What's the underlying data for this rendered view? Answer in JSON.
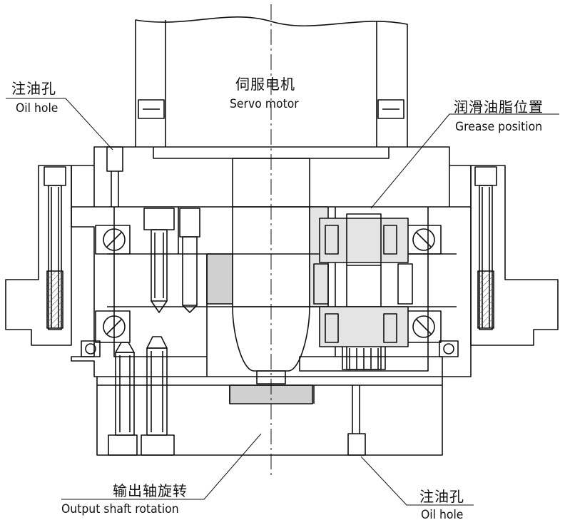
{
  "labels": {
    "servo_motor_zh": "伺服电机",
    "servo_motor_en": "Servo motor",
    "oil_hole_left_zh": "注油孔",
    "oil_hole_left_en": "Oil hole",
    "grease_position_zh": "润滑油脂位置",
    "grease_position_en": "Grease position",
    "output_shaft_zh": "输出轴旋转",
    "output_shaft_en": "Output shaft rotation",
    "oil_hole_bottom_zh": "注油孔",
    "oil_hole_bottom_en": "Oil hole"
  },
  "colors": {
    "line": "#111111",
    "shade": "#d0d0d0",
    "background": "#ffffff"
  }
}
